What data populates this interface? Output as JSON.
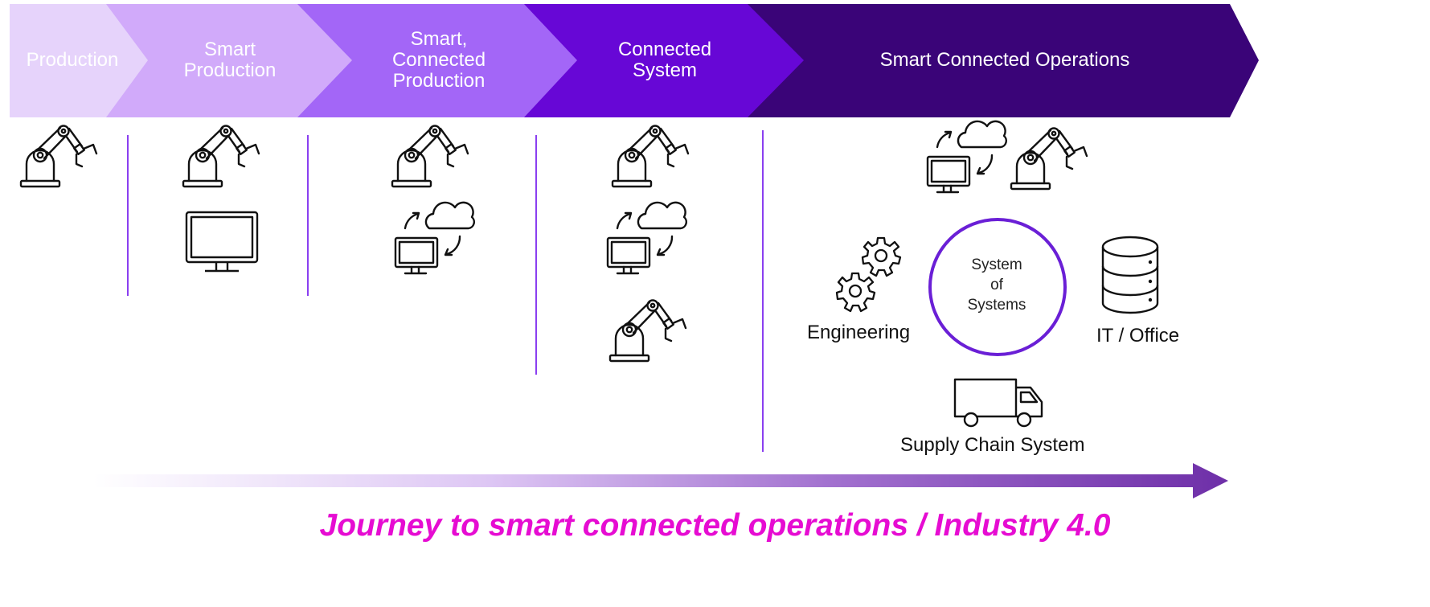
{
  "stages": [
    {
      "label": "Production",
      "color": "#e6d3fb"
    },
    {
      "label": "Smart\nProduction",
      "color": "#d1aafa"
    },
    {
      "label": "Smart,\nConnected\nProduction",
      "color": "#a366f7"
    },
    {
      "label": "Connected\nSystem",
      "color": "#6707d6"
    },
    {
      "label": "Smart Connected Operations",
      "color": "#3a0478"
    }
  ],
  "hub": {
    "center_text": "System\nof\nSystems",
    "ring_color": "#6a1fd6",
    "engineering_label": "Engineering",
    "it_label": "IT / Office",
    "supply_label": "Supply Chain System"
  },
  "icons": {
    "robot": "robot-arm-icon",
    "monitor": "monitor-icon",
    "cloud_sync": "cloud-sync-icon",
    "gears": "gears-icon",
    "database": "database-icon",
    "truck": "truck-icon"
  },
  "footer": {
    "text": "Journey to smart connected operations / Industry 4.0",
    "color": "#e60cd2",
    "arrow_color": "#6e2fa8"
  },
  "divider_color": "#8a3ff0"
}
